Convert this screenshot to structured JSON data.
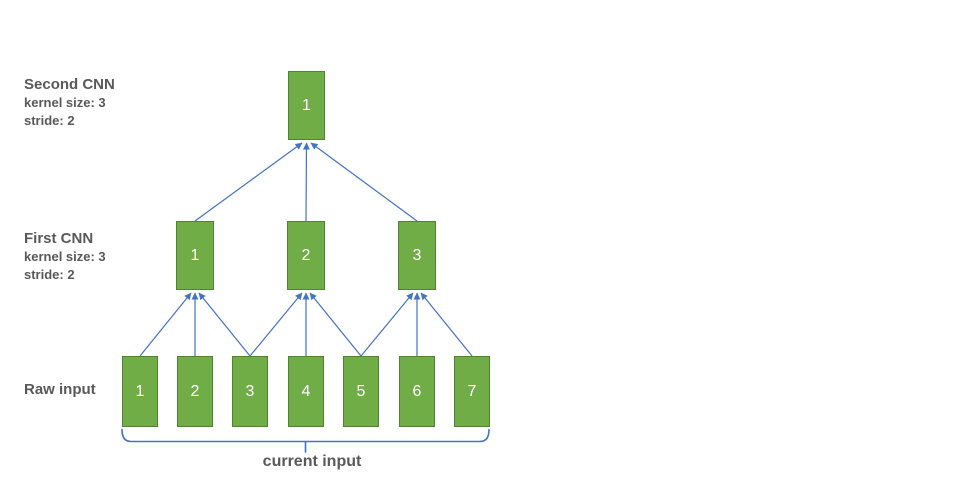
{
  "diagram": {
    "title_implicit": "CNN receptive field diagram",
    "colors": {
      "box_fill": "#70AD47",
      "box_border": "#548235",
      "box_text": "#ffffff",
      "arrow": "#4472C4",
      "label_text": "#595959"
    },
    "layers": [
      {
        "id": "second-cnn",
        "label": "Second CNN",
        "detail_lines": [
          "kernel size: 3",
          "stride: 2"
        ],
        "boxes": [
          "1"
        ]
      },
      {
        "id": "first-cnn",
        "label": "First CNN",
        "detail_lines": [
          "kernel size: 3",
          "stride: 2"
        ],
        "boxes": [
          "1",
          "2",
          "3"
        ]
      },
      {
        "id": "raw-input",
        "label": "Raw input",
        "detail_lines": [],
        "boxes": [
          "1",
          "2",
          "3",
          "4",
          "5",
          "6",
          "7"
        ]
      }
    ],
    "connections": {
      "first_cnn_inputs_from_raw": {
        "1": [
          "1",
          "2",
          "3"
        ],
        "2": [
          "3",
          "4",
          "5"
        ],
        "3": [
          "5",
          "6",
          "7"
        ]
      },
      "second_cnn_inputs_from_first": {
        "1": [
          "1",
          "2",
          "3"
        ]
      }
    },
    "bracket": {
      "label": "current input",
      "spans_raw_boxes": [
        "1",
        "7"
      ]
    }
  }
}
